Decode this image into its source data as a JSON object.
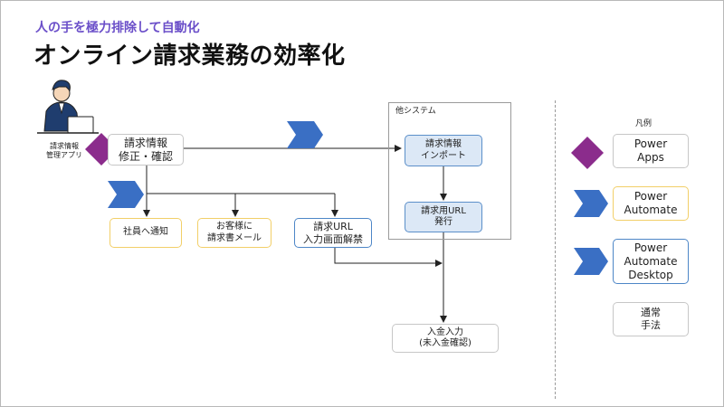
{
  "header": {
    "subtitle": "人の手を極力排除して自動化",
    "title": "オンライン請求業務の効率化"
  },
  "actor": {
    "label": "請求情報\n管理アプリ"
  },
  "flow": {
    "edit_box": "請求情報\n修正・確認",
    "notify_employee": "社員へ通知",
    "customer_mail": "お客様に\n請求書メール",
    "url_disable": "請求URL\n入力画面解禁",
    "other_system_label": "他システム",
    "import_box": "請求情報\nインポート",
    "url_issue": "請求用URL\n発行",
    "payment_input": "入金入力\n(未入金確認)"
  },
  "legend": {
    "title": "凡例",
    "items": [
      {
        "label": "Power\nApps",
        "icon": "diamond",
        "color": "#8b2c8c"
      },
      {
        "label": "Power\nAutomate",
        "icon": "chevron",
        "color": "#3a6fc4"
      },
      {
        "label": "Power\nAutomate\nDesktop",
        "icon": "chevron",
        "color": "#3a6fc4"
      },
      {
        "label": "通常\n手法",
        "icon": "none",
        "color": ""
      }
    ]
  },
  "colors": {
    "power_apps": "#8b2c8c",
    "power_automate": "#3a6fc4",
    "subtitle": "#6b4fc9",
    "automate_box_border": "#f2cf68",
    "desktop_box_border": "#4d86c7"
  }
}
